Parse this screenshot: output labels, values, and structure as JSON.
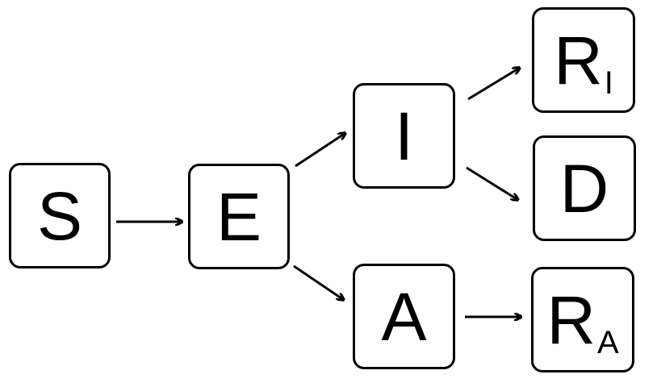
{
  "nodes": {
    "S": {
      "label": "S",
      "sub": ""
    },
    "E": {
      "label": "E",
      "sub": ""
    },
    "I": {
      "label": "I",
      "sub": ""
    },
    "A": {
      "label": "A",
      "sub": ""
    },
    "RI": {
      "label": "R",
      "sub": "I"
    },
    "D": {
      "label": "D",
      "sub": ""
    },
    "RA": {
      "label": "R",
      "sub": "A"
    }
  },
  "edges": [
    {
      "from": "S",
      "to": "E"
    },
    {
      "from": "E",
      "to": "I"
    },
    {
      "from": "E",
      "to": "A"
    },
    {
      "from": "I",
      "to": "RI"
    },
    {
      "from": "I",
      "to": "D"
    },
    {
      "from": "A",
      "to": "RA"
    }
  ],
  "colors": {
    "stroke": "#000000",
    "background": "#ffffff"
  }
}
